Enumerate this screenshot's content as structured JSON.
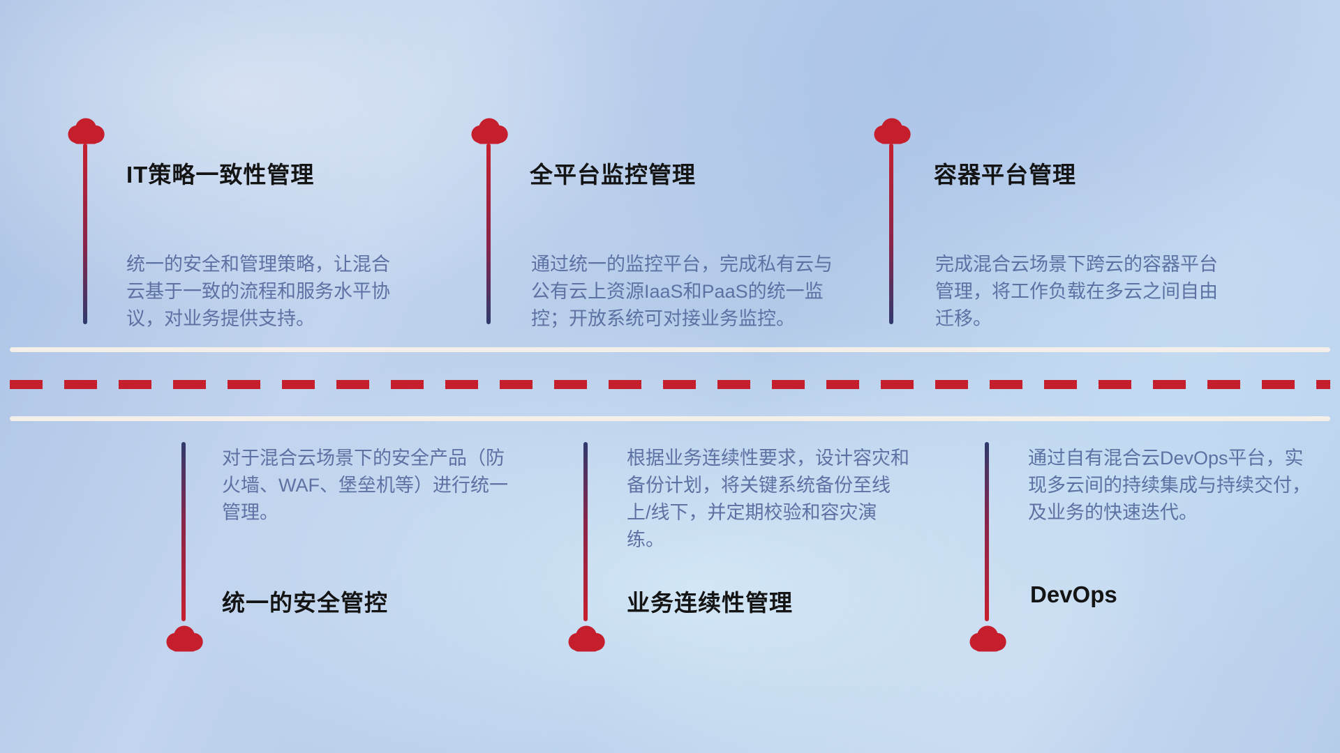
{
  "top_items": [
    {
      "title": "IT策略一致性管理",
      "desc": "统一的安全和管理策略，让混合云基于一致的流程和服务水平协议，对业务提供支持。"
    },
    {
      "title": "全平台监控管理",
      "desc": "通过统一的监控平台，完成私有云与公有云上资源IaaS和PaaS的统一监控；开放系统可对接业务监控。"
    },
    {
      "title": "容器平台管理",
      "desc": "完成混合云场景下跨云的容器平台管理，将工作负载在多云之间自由迁移。"
    }
  ],
  "bottom_items": [
    {
      "title": "统一的安全管控",
      "desc": "对于混合云场景下的安全产品（防火墙、WAF、堡垒机等）进行统一管理。"
    },
    {
      "title": "业务连续性管理",
      "desc": "根据业务连续性要求，设计容灾和备份计划，将关键系统备份至线上/线下，并定期校验和容灾演练。"
    },
    {
      "title": "DevOps",
      "desc": "通过自有混合云DevOps平台，实现多云间的持续集成与持续交付，及业务的快速迭代。"
    }
  ],
  "colors": {
    "accent_red": "#c51f2e",
    "line_navy": "#2f3a6d",
    "title_text": "#141414",
    "desc_text": "#5e71a3",
    "road_white": "#f4efe8"
  }
}
